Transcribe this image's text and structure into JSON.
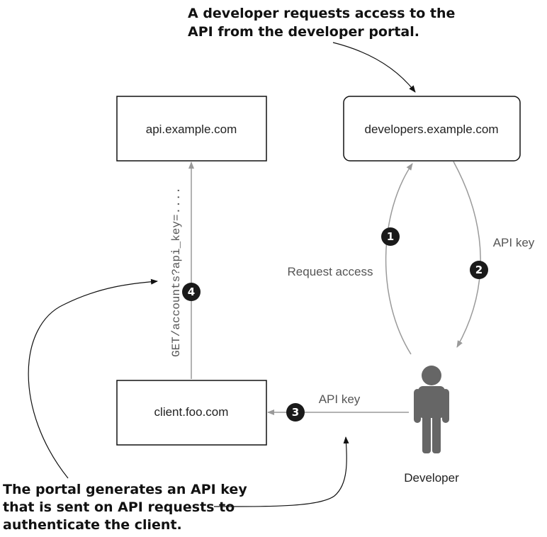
{
  "nodes": {
    "api": "api.example.com",
    "portal": "developers.example.com",
    "client": "client.foo.com",
    "developer": "Developer"
  },
  "edges": {
    "request_access": "Request access",
    "api_key_portal": "API key",
    "api_key_client": "API key",
    "api_request": "GET/accounts?api_key=...."
  },
  "badges": [
    "1",
    "2",
    "3",
    "4"
  ],
  "callouts": {
    "top_line1": "A developer requests access to the",
    "top_line2": "API from the developer portal.",
    "bottom_line1": "The portal generates an API key",
    "bottom_line2": "that is sent on API requests to",
    "bottom_line3": "authenticate the client."
  },
  "colors": {
    "arrow_gray": "#9a9a9a",
    "badge_fill": "#1a1a1a",
    "person_fill": "#666666",
    "box_stroke": "#111111"
  },
  "icons": [
    "person-icon"
  ]
}
